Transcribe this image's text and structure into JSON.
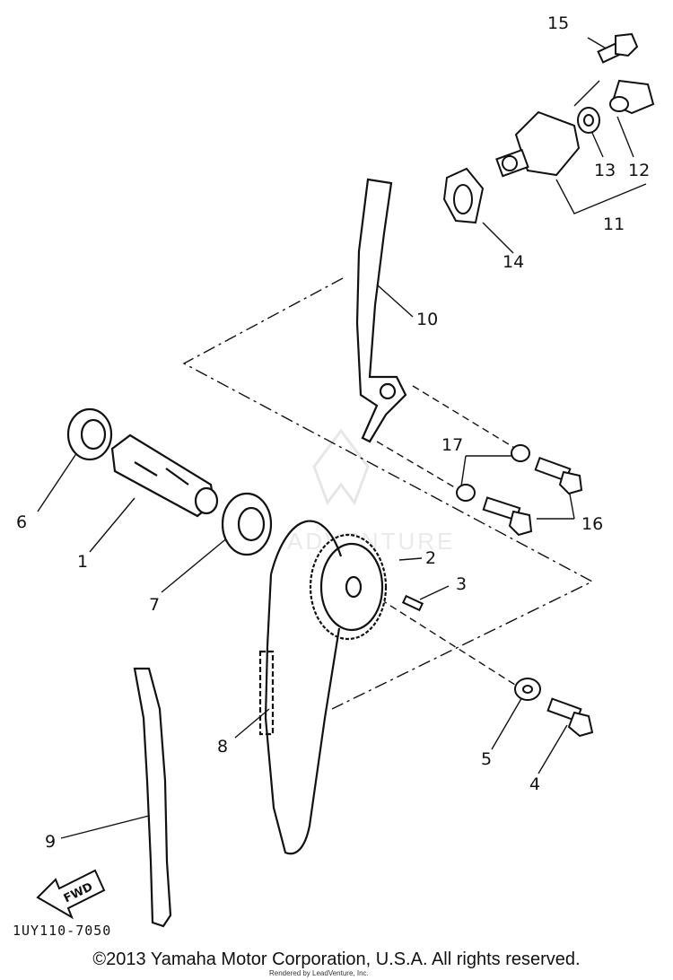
{
  "diagram": {
    "callouts": {
      "1": "1",
      "2": "2",
      "3": "3",
      "4": "4",
      "5": "5",
      "6": "6",
      "7": "7",
      "8": "8",
      "9": "9",
      "10": "10",
      "11": "11",
      "12": "12",
      "13": "13",
      "14": "14",
      "15": "15",
      "16": "16",
      "17": "17"
    },
    "fwd_label": "FWD",
    "diagram_code": "1UY110-7050",
    "watermark_text": "ADVENTURE"
  },
  "footer": {
    "copyright": "©2013 Yamaha Motor Corporation, U.S.A. All rights reserved.",
    "rendered_by": "Rendered by LeadVenture, Inc."
  },
  "colors": {
    "ink": "#111111",
    "watermark": "#d6d6d6"
  }
}
